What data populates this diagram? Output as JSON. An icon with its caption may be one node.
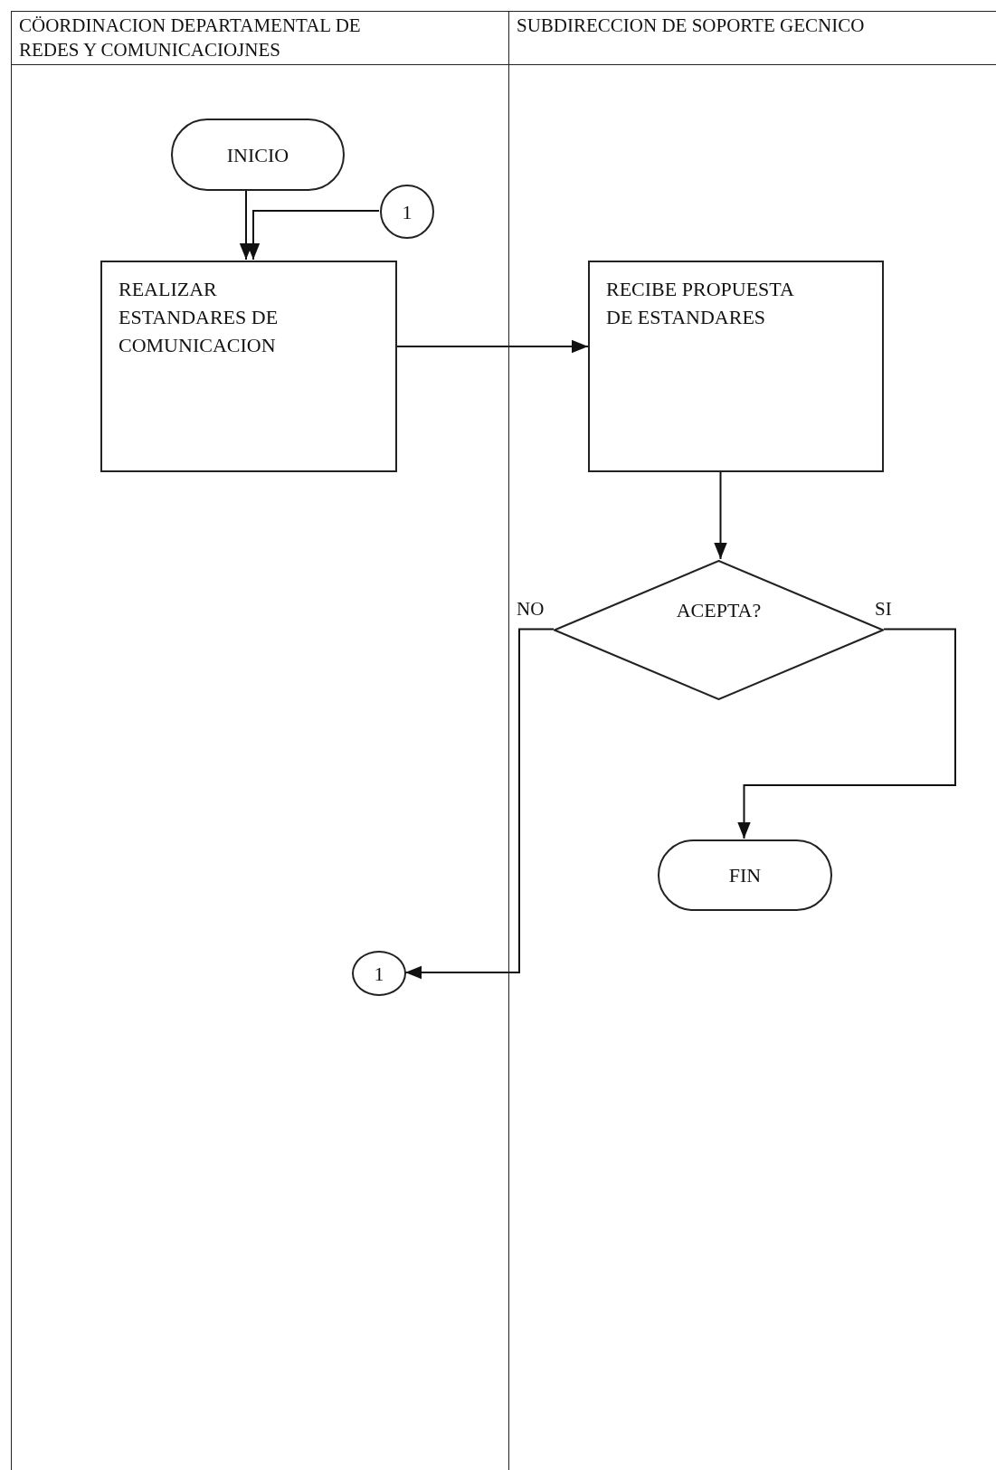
{
  "diagram": {
    "nodes": [
      {
        "text": [
          "CÖORDINACION DEPARTAMENTAL DE REDES Y COMUNICACIOJNES"
        ]
      },
      {
        "text": [
          "SUBDIRECCION DE SOPORTE GECNICO"
        ]
      },
      {
        "text": [
          "INICIO"
        ],
        "in": 0
      },
      {
        "text": [
          "1"
        ],
        "in": 0
      },
      {
        "text": [
          "REALIZAR ESTANDARES DE COMUNICACION"
        ],
        "in": 0
      },
      {
        "text": [
          "RECIBE PROPUESTA DE ESTANDARES"
        ],
        "in": 1
      },
      {
        "text": [
          "ACEPTA?"
        ],
        "in": 1
      },
      {
        "text": [
          "FIN"
        ],
        "in": 1
      },
      {
        "text": [
          "1"
        ],
        "in": 0
      }
    ],
    "edges": [
      {
        "from": 2,
        "to": 4,
        "arrow": "to"
      },
      {
        "from": 3,
        "to": 4,
        "arrow": "to"
      },
      {
        "from": 4,
        "to": 5,
        "arrow": "to"
      },
      {
        "from": 5,
        "to": 6,
        "arrow": "to"
      },
      {
        "from": 6,
        "to": 7,
        "arrow": "to",
        "label": "SI"
      },
      {
        "from": 6,
        "to": 8,
        "arrow": "to",
        "label": "NO"
      }
    ]
  }
}
